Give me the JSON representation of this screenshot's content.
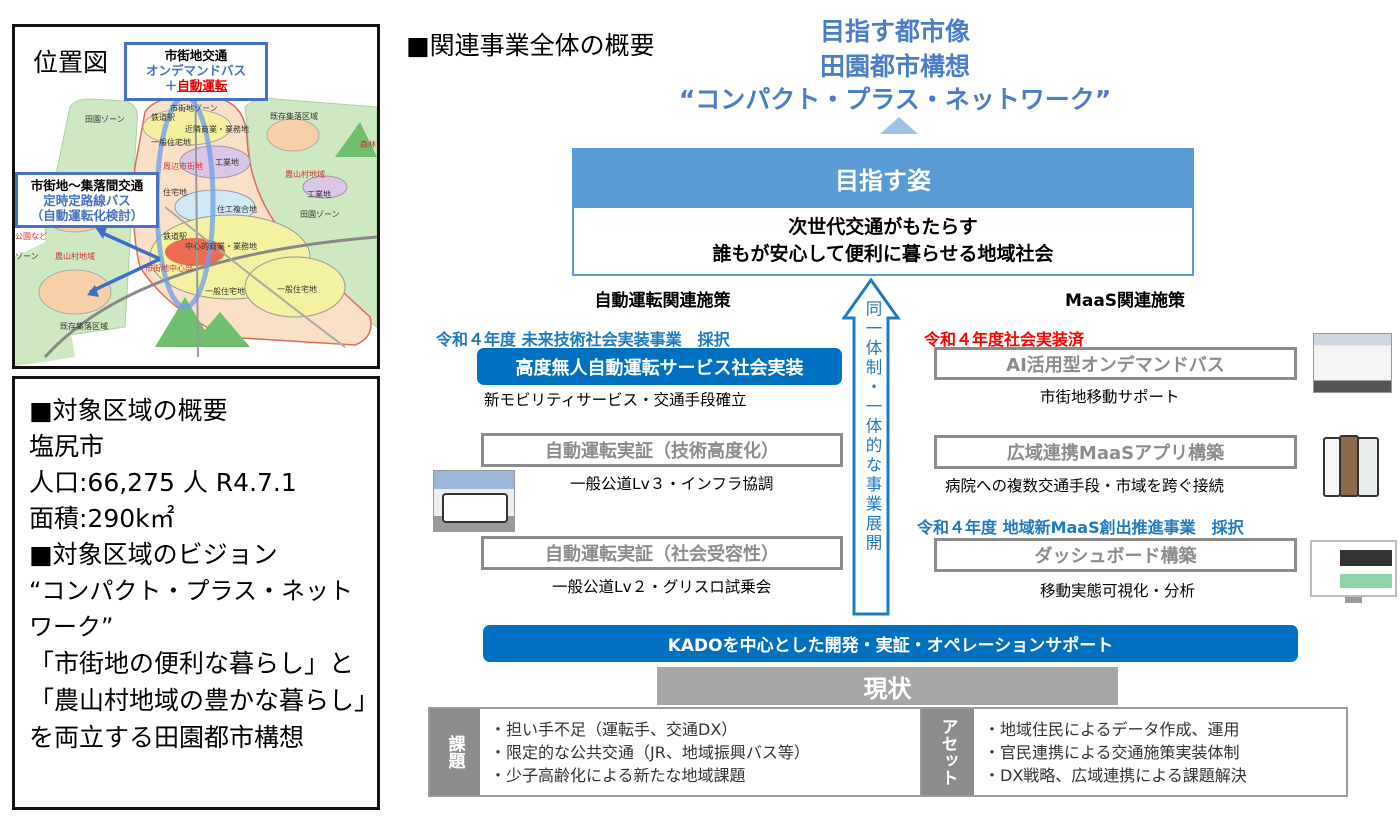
{
  "map": {
    "title": "位置図",
    "callout_urban": {
      "line1": "市街地交通",
      "line2": "オンデマンドバス",
      "line3_prefix": "＋",
      "line3_highlight": "自動運転"
    },
    "callout_intercity": {
      "line1": "市街地～集落間交通",
      "line2": "定時定路線バス",
      "line3": "（自動運転化検討）"
    },
    "labels": {
      "den_zone_left": "田園ゾーン",
      "urban_zone": "市街地ゾーン",
      "station_top": "鉄道駅",
      "station_mid": "鉄道駅",
      "near_commerce": "近隣商業・業務地",
      "general_res_top": "一般住宅地",
      "existing_village_top": "既存集落区域",
      "factory": "工業地",
      "rural_right": "農山村地域",
      "forest": "森林",
      "surrounding": "周辺市街地",
      "residential": "住宅地",
      "mixed": "住工複合地",
      "factory_right": "工業地",
      "den_zone_right": "田園ゾーン",
      "park": "公園など",
      "rural_left": "農山村地域",
      "zone_left": "ゾーン",
      "center_commerce": "中心的商業・業務地",
      "center": "市街地中心部",
      "general_res_bottom": "一般住宅地",
      "general_res_right": "一般住宅地",
      "existing_village_bottom": "既存集落区域"
    }
  },
  "info": {
    "lines": [
      "■対象区域の概要",
      "塩尻市",
      "人口:66,275 人 R4.7.1",
      "面積:290k㎡",
      "■対象区域のビジョン",
      "“コンパクト・プラス・ネットワーク”",
      "「市街地の便利な暮らし」と「農山村地域の豊かな暮らし」を両立する田園都市構想"
    ]
  },
  "overview": {
    "title": "■関連事業全体の概要",
    "goal_city": "目指す都市像",
    "goal_concept": "田園都市構想",
    "goal_slogan": "“コンパクト・プラス・ネットワーク”",
    "aim_title": "目指す姿",
    "aim_line1": "次世代交通がもたらす",
    "aim_line2": "誰もが安心して便利に暮らせる地域社会",
    "arrow_text": "同一体制・一体的な事業展開",
    "autonomous": {
      "heading": "自動運転関連施策",
      "adopted": "令和４年度 未来技術社会実装事業　採択",
      "items": [
        {
          "title": "高度無人自動運転サービス社会実装",
          "desc": "新モビリティサービス・交通手段確立"
        },
        {
          "title": "自動運転実証（技術高度化）",
          "desc": "一般公道Lv３・インフラ協調"
        },
        {
          "title": "自動運転実証（社会受容性）",
          "desc": "一般公道Lv２・グリスロ試乗会"
        }
      ]
    },
    "maas": {
      "heading": "MaaS関連施策",
      "implemented": "令和４年度社会実装済",
      "adopted": "令和４年度 地域新MaaS創出推進事業　採択",
      "items": [
        {
          "title": "AI活用型オンデマンドバス",
          "desc": "市街地移動サポート"
        },
        {
          "title": "広域連携MaaSアプリ構築",
          "desc": "病院への複数交通手段・市域を跨ぐ接続"
        },
        {
          "title": "ダッシュボード構築",
          "desc": "移動実態可視化・分析"
        }
      ]
    },
    "kado": "KADOを中心とした開発・実証・オペレーションサポート",
    "current": "現状",
    "issues_label": "課題",
    "issues": [
      "・担い手不足（運転手、交通DX）",
      "・限定的な公共交通（JR、地域振興バス等）",
      "・少子高齢化による新たな地域課題"
    ],
    "assets_label": "アセット",
    "assets": [
      "・地域住民によるデータ作成、運用",
      "・官民連携による交通施策実装体制",
      "・DX戦略、広域連携による課題解決"
    ]
  },
  "colors": {
    "blue": "#0070C0",
    "light_blue": "#5B9BD5",
    "red": "#FF0000",
    "gray": "#8C8C8C"
  }
}
